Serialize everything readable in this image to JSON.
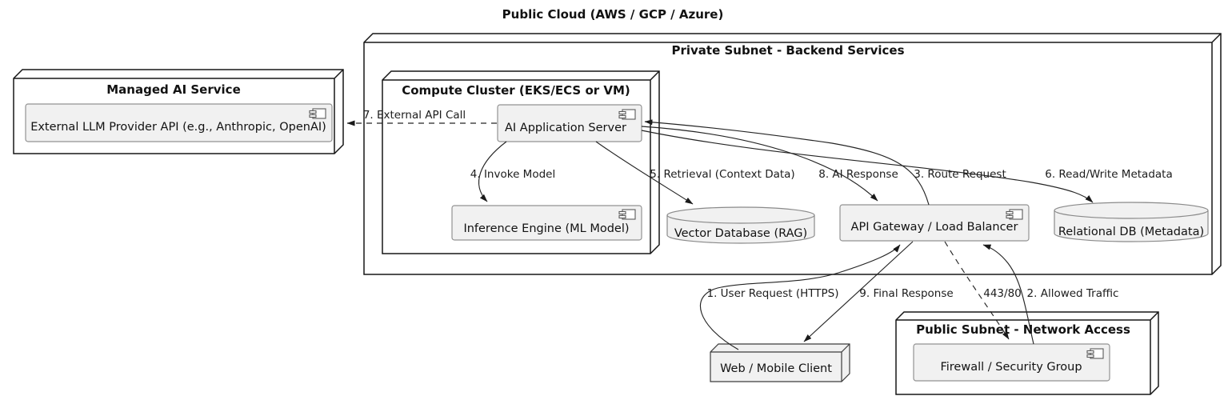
{
  "diagram": {
    "title": "Public Cloud (AWS / GCP / Azure)",
    "containers": {
      "private_subnet": {
        "title": "Private Subnet - Backend Services"
      },
      "managed_ai": {
        "title": "Managed AI Service"
      },
      "compute_cluster": {
        "title": "Compute Cluster (EKS/ECS or VM)"
      },
      "public_subnet": {
        "title": "Public Subnet - Network Access"
      }
    },
    "components": {
      "llm_api": {
        "label": "External LLM Provider API (e.g., Anthropic, OpenAI)"
      },
      "ai_app_server": {
        "label": "AI Application Server"
      },
      "inference_engine": {
        "label": "Inference Engine (ML Model)"
      },
      "api_gateway": {
        "label": "API Gateway / Load Balancer"
      },
      "firewall": {
        "label": "Firewall / Security Group"
      }
    },
    "databases": {
      "vector_db": {
        "label": "Vector Database (RAG)"
      },
      "relational_db": {
        "label": "Relational DB (Metadata)"
      }
    },
    "nodes": {
      "web_client": {
        "label": "Web / Mobile Client"
      }
    },
    "edges": {
      "e1": {
        "label": "1. User Request (HTTPS)",
        "from": "web_client",
        "to": "api_gateway",
        "style": "solid"
      },
      "e2": {
        "label": "2. Allowed Traffic",
        "from": "firewall",
        "to": "api_gateway",
        "style": "solid"
      },
      "e3": {
        "label": "3. Route Request",
        "from": "api_gateway",
        "to": "ai_app_server",
        "style": "solid"
      },
      "e4": {
        "label": "4. Invoke Model",
        "from": "ai_app_server",
        "to": "inference_engine",
        "style": "solid"
      },
      "e5": {
        "label": "5. Retrieval (Context Data)",
        "from": "ai_app_server",
        "to": "vector_db",
        "style": "solid"
      },
      "e6": {
        "label": "6. Read/Write Metadata",
        "from": "ai_app_server",
        "to": "relational_db",
        "style": "solid"
      },
      "e7": {
        "label": "7. External API Call",
        "from": "ai_app_server",
        "to": "llm_api",
        "style": "dashed"
      },
      "e8": {
        "label": "8. AI Response",
        "from": "ai_app_server",
        "to": "api_gateway",
        "style": "solid"
      },
      "e9": {
        "label": "9. Final Response",
        "from": "api_gateway",
        "to": "web_client",
        "style": "solid"
      },
      "port": {
        "label": "443/80",
        "from": "api_gateway",
        "to": "firewall",
        "style": "dashed"
      }
    },
    "colors": {
      "background": "#ffffff",
      "node_border": "#161616",
      "node_fill": "#ffffff",
      "component_fill": "#f1f1f1",
      "component_border": "#929292",
      "edge": "#242424",
      "text": "#121212"
    }
  }
}
